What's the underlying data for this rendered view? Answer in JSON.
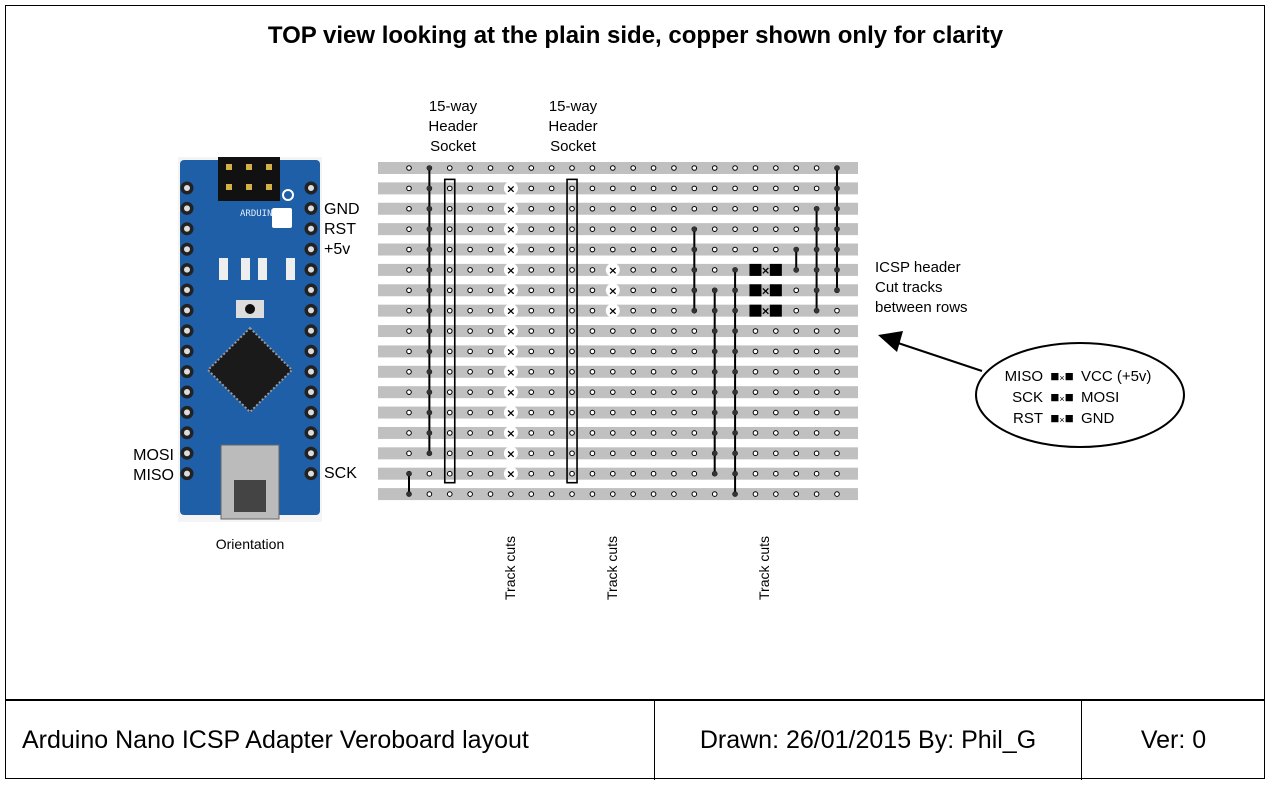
{
  "title": "TOP view looking at the plain side, copper shown only for clarity",
  "header_labels": [
    {
      "lines": [
        "15-way",
        "Header",
        "Socket"
      ]
    },
    {
      "lines": [
        "15-way",
        "Header",
        "Socket"
      ]
    }
  ],
  "arduino": {
    "right_pins": [
      "GND",
      "RST",
      "+5v"
    ],
    "right_bottom_pin": "SCK",
    "left_pins": [
      "MOSI",
      "MISO"
    ],
    "caption": "Orientation",
    "board_color": "#1f5fa8"
  },
  "veroboard": {
    "rows": 17,
    "columns": 22,
    "strip_color": "#c0c0c0",
    "wires": [
      {
        "col": 1,
        "from_row": 0,
        "to_row": 14
      },
      {
        "col": 0,
        "from_row": 15,
        "to_row": 16
      },
      {
        "col": 21,
        "from_row": 0,
        "to_row": 6
      },
      {
        "col": 20,
        "from_row": 2,
        "to_row": 7
      },
      {
        "col": 19,
        "from_row": 4,
        "to_row": 5
      },
      {
        "col": 14,
        "from_row": 3,
        "to_row": 7
      },
      {
        "col": 15,
        "from_row": 6,
        "to_row": 15
      },
      {
        "col": 16,
        "from_row": 5,
        "to_row": 16
      }
    ],
    "headers": [
      {
        "col": 2,
        "from_row": 1,
        "to_row": 15
      },
      {
        "col": 8,
        "from_row": 1,
        "to_row": 15
      }
    ],
    "track_cuts": [
      {
        "col": 5,
        "rows": [
          1,
          2,
          3,
          4,
          5,
          6,
          7,
          8,
          9,
          10,
          11,
          12,
          13,
          14,
          15
        ]
      },
      {
        "col": 10,
        "rows": [
          5,
          6,
          7
        ]
      }
    ],
    "icsp_pins": {
      "cols": [
        17,
        18
      ],
      "rows": [
        5,
        6,
        7
      ]
    }
  },
  "track_cut_labels": [
    "Track cuts",
    "Track cuts",
    "Track cuts"
  ],
  "icsp_note": [
    "ICSP header",
    "Cut tracks",
    "between rows"
  ],
  "icsp_legend": [
    {
      "left": "MISO",
      "right": "VCC (+5v)"
    },
    {
      "left": "SCK",
      "right": "MOSI"
    },
    {
      "left": "RST",
      "right": "GND"
    }
  ],
  "footer": {
    "name": "Arduino Nano ICSP Adapter Veroboard layout",
    "drawn": "Drawn: 26/01/2015  By: Phil_G",
    "version": "Ver: 0"
  }
}
